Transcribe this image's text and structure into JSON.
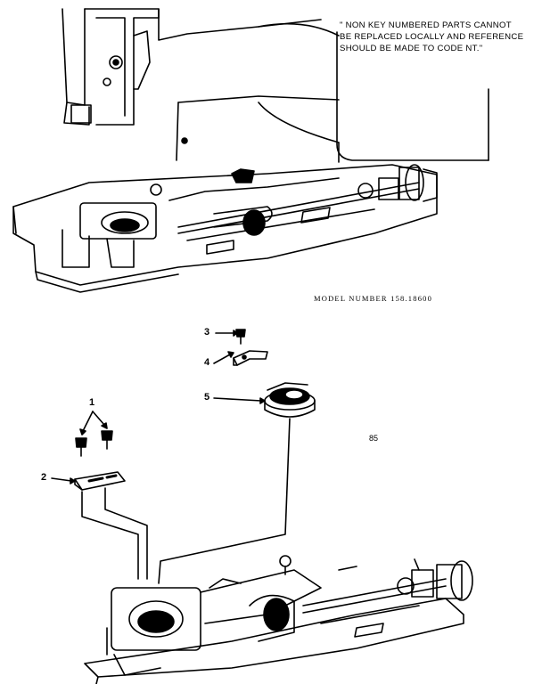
{
  "note": {
    "line1": "\" NON KEY NUMBERED PARTS CANNOT",
    "line2": "BE REPLACED LOCALLY AND REFERENCE",
    "line3": "SHOULD BE MADE TO CODE NT.\""
  },
  "model_label": "MODEL NUMBER 158.18600",
  "figure_number": "85",
  "callouts": [
    "1",
    "2",
    "3",
    "4",
    "5"
  ],
  "colors": {
    "ink": "#000000",
    "paper": "#ffffff"
  }
}
